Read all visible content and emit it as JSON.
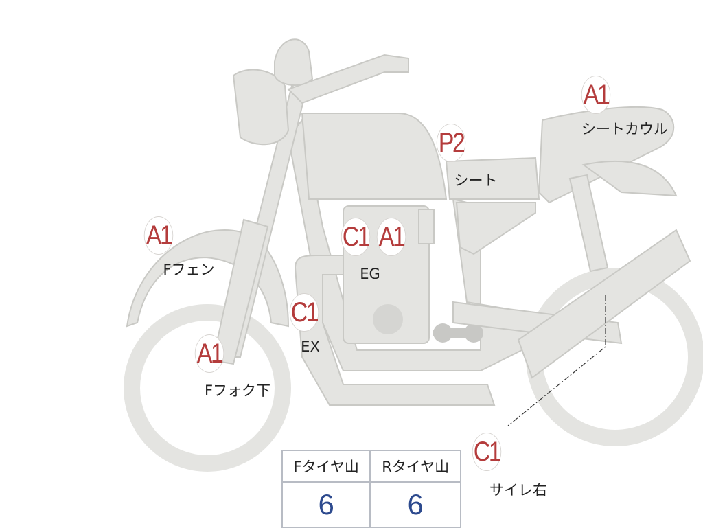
{
  "markers": [
    {
      "code": "A1",
      "label": "Fフェン"
    },
    {
      "code": "A1",
      "label": "Fフォク下"
    },
    {
      "code": "C1",
      "label": "EX"
    },
    {
      "code": "C1"
    },
    {
      "code": "A1",
      "label": "EG"
    },
    {
      "code": "P2",
      "label": "シート"
    },
    {
      "code": "A1",
      "label": "シートカウル"
    },
    {
      "code": "C1",
      "label": "サイレ右"
    }
  ],
  "tire_table": {
    "headers": [
      "Fタイヤ山",
      "Rタイヤ山"
    ],
    "values": [
      "6",
      "6"
    ]
  },
  "colors": {
    "body": "#e4e4e1",
    "outline": "#c9c9c5",
    "code": "#b43c3c",
    "value": "#2d4a8e"
  }
}
